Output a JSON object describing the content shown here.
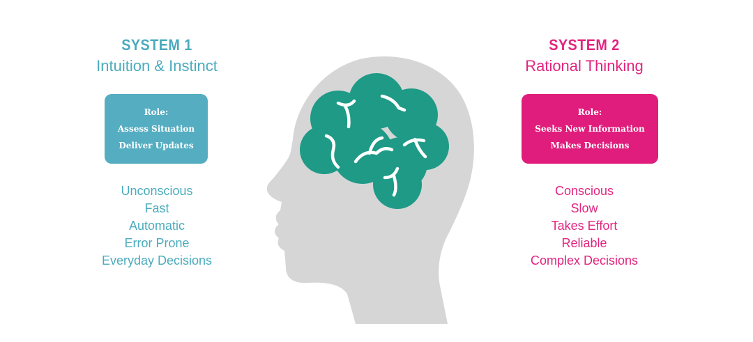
{
  "system1": {
    "title": "SYSTEM 1",
    "subtitle": "Intuition & Instinct",
    "role": [
      "Role:",
      "Assess Situation",
      "Deliver Updates"
    ],
    "traits": [
      "Unconscious",
      "Fast",
      "Automatic",
      "Error Prone",
      "Everyday Decisions"
    ],
    "color": "#4aabbd"
  },
  "system2": {
    "title": "SYSTEM 2",
    "subtitle": "Rational Thinking",
    "role": [
      "Role:",
      "Seeks New Information",
      "Makes Decisions"
    ],
    "traits": [
      "Conscious",
      "Slow",
      "Takes Effort",
      "Reliable",
      "Complex Decisions"
    ],
    "color": "#e2257f"
  },
  "illustration": {
    "head_color": "#d6d6d6",
    "brain_color": "#1e9a86",
    "icon": "head-with-brain-icon"
  }
}
